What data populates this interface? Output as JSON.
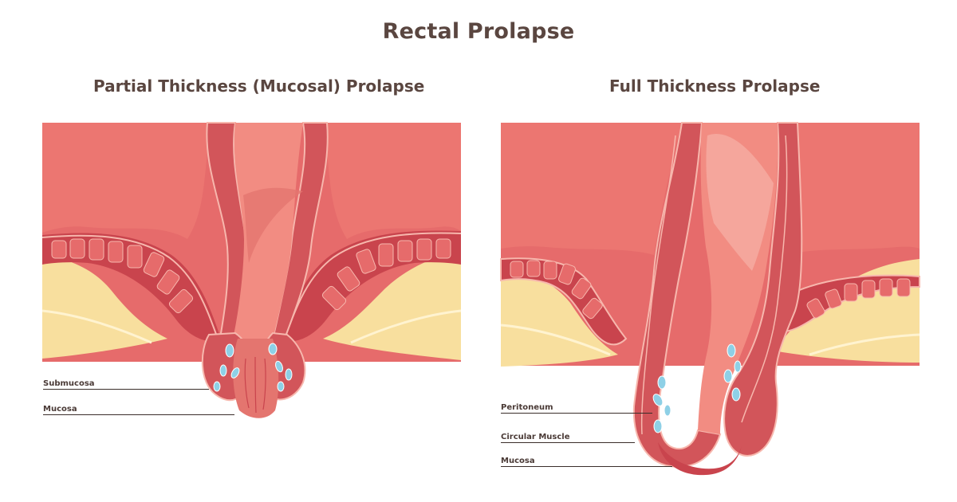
{
  "title": "Rectal Prolapse",
  "panels": [
    {
      "title": "Partial Thickness (Mucosal) Prolapse",
      "labels": [
        "Submucosa",
        "Mucosa"
      ]
    },
    {
      "title": "Full Thickness Prolapse",
      "labels": [
        "Peritoneum",
        "Circular Muscle",
        "Mucosa"
      ]
    }
  ],
  "colors": {
    "title_text": "#5a4640",
    "muscle": "#e66b6b",
    "muscle_dark": "#d2555a",
    "mucosa": "#f28c82",
    "lining": "#f7b7ad",
    "wall": "#c9444d",
    "fat": "#f8df9e",
    "vessel": "#8ed0e6"
  }
}
